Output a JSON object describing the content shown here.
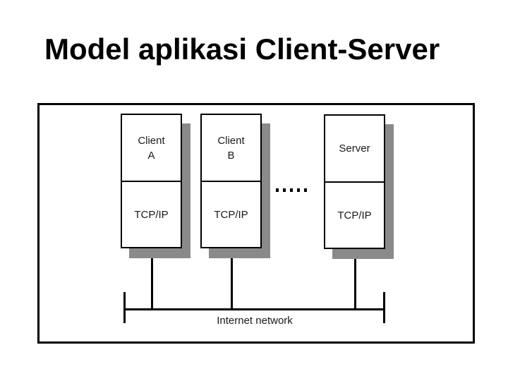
{
  "slide": {
    "title": "Model aplikasi Client-Server"
  },
  "diagram": {
    "nodes": [
      {
        "id": "client-a",
        "top_lines": [
          "Client",
          "A"
        ],
        "bottom_label": "TCP/IP"
      },
      {
        "id": "client-b",
        "top_lines": [
          "Client",
          "B"
        ],
        "bottom_label": "TCP/IP"
      },
      {
        "id": "server",
        "top_lines": [
          "Server"
        ],
        "bottom_label": "TCP/IP"
      }
    ],
    "ellipsis_dot_count": 5,
    "bus_label": "Internet network",
    "colors": {
      "line": "#000000",
      "shadow": "#8a8a8a",
      "background": "#ffffff"
    }
  }
}
